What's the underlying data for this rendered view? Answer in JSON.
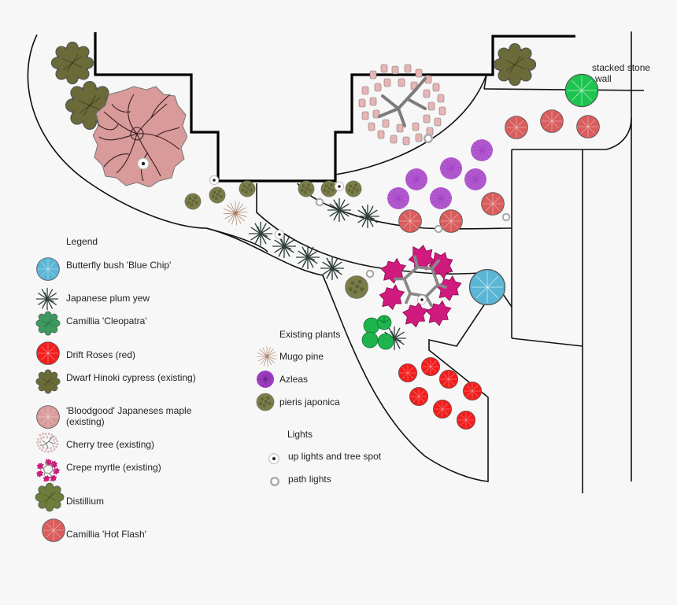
{
  "legend": {
    "title": "Legend",
    "items": [
      {
        "id": "butterfly",
        "label": "Butterfly bush 'Blue Chip'",
        "color": "#5bb5d5",
        "icon": "butterfly-bush-icon"
      },
      {
        "id": "plumyew",
        "label": "Japanese plum yew",
        "color": "#3c4f4a",
        "icon": "plum-yew-icon"
      },
      {
        "id": "cleopatra",
        "label": "Camillia 'Cleopatra'",
        "color": "#3c9a5f",
        "icon": "camellia-cleopatra-icon"
      },
      {
        "id": "driftrose",
        "label": "Drift Roses (red)",
        "color": "#f21d1d",
        "icon": "drift-rose-icon"
      },
      {
        "id": "hinoki",
        "label": "Dwarf Hinoki cypress (existing)",
        "color": "#6b6b3a",
        "icon": "hinoki-cypress-icon"
      },
      {
        "id": "maple",
        "label": "'Bloodgood' Japaneses maple (existing)",
        "color": "#d99a9a",
        "icon": "japanese-maple-icon"
      },
      {
        "id": "cherry",
        "label": "Cherry tree (existing)",
        "color": "#e8b4b4",
        "icon": "cherry-tree-icon"
      },
      {
        "id": "crepe",
        "label": "Crepe myrtle (existing)",
        "color": "#d01a7d",
        "icon": "crepe-myrtle-icon"
      },
      {
        "id": "distillium",
        "label": "Distillium",
        "color": "#6e7d3c",
        "icon": "distillium-icon"
      },
      {
        "id": "hotflash",
        "label": "Camillia 'Hot Flash'",
        "color": "#d95d5d",
        "icon": "camellia-hot-flash-icon"
      }
    ]
  },
  "existing": {
    "title": "Existing plants",
    "items": [
      {
        "id": "mugo",
        "label": "Mugo pine",
        "color": "#a57a5a",
        "icon": "mugo-pine-icon"
      },
      {
        "id": "azalea",
        "label": "Azleas",
        "color": "#a43fc7",
        "icon": "azalea-icon"
      },
      {
        "id": "pieris",
        "label": "pieris japonica",
        "color": "#7a7d48",
        "icon": "pieris-icon"
      }
    ]
  },
  "lights": {
    "title": "Lights",
    "items": [
      {
        "id": "uplight",
        "label": "up lights and tree spot",
        "icon": "up-light-icon"
      },
      {
        "id": "pathlight",
        "label": "path lights",
        "icon": "path-light-icon"
      }
    ]
  },
  "annotations": {
    "stone_wall": [
      "stacked stone",
      "wall"
    ]
  }
}
